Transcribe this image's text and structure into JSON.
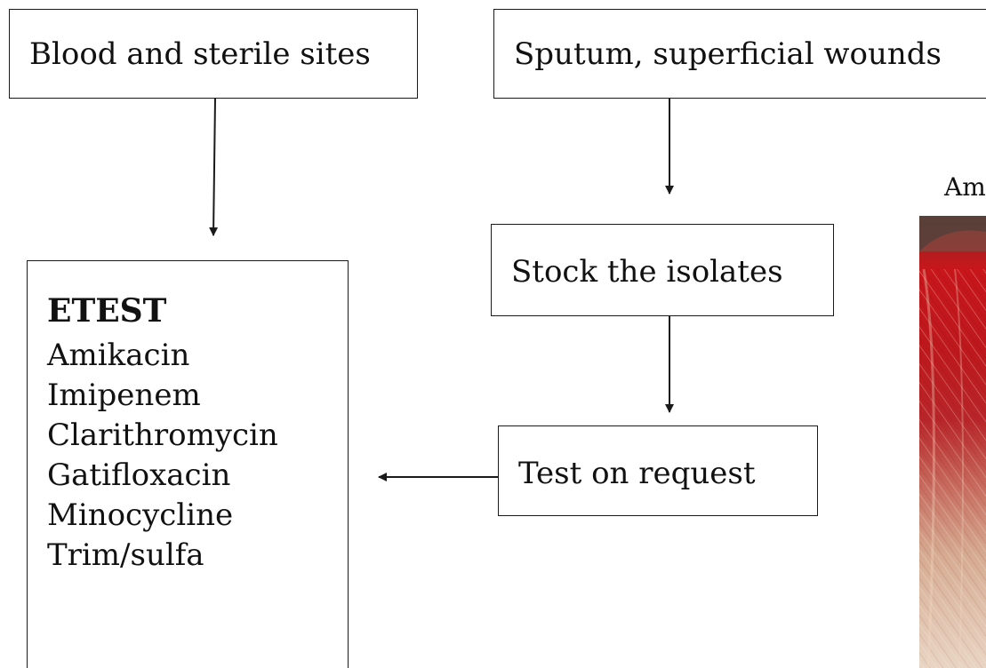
{
  "boxes": {
    "blood": "Blood and sterile sites",
    "sputum": "Sputum, superficial wounds",
    "stock": "Stock the isolates",
    "test": "Test on request"
  },
  "etest": {
    "title": "ETEST",
    "drugs": [
      "Amikacin",
      "Imipenem",
      "Clarithromycin",
      "Gatifloxacin",
      "Minocycline",
      "Trim/sulfa"
    ]
  },
  "photo": {
    "caption": "Am"
  },
  "colors": {
    "line": "#1a1a1a",
    "agar_red": "#c8161b",
    "agar_pale": "#d9b79a"
  }
}
